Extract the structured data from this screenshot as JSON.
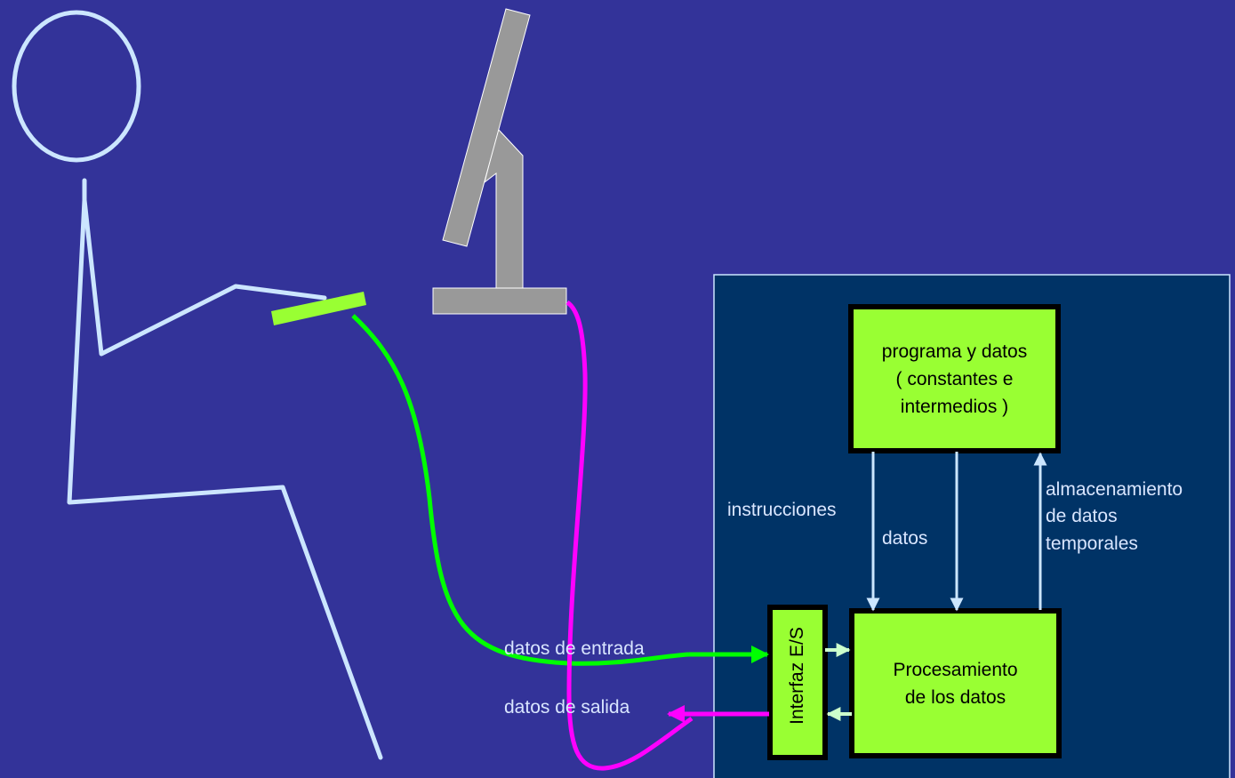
{
  "colors": {
    "background": "#333399",
    "panel": "#003366",
    "box_fill": "#99ff33",
    "figure_stroke": "#cce6ff",
    "input_wire": "#00ff00",
    "output_wire": "#ff00ff",
    "monitor": "#999999"
  },
  "boxes": {
    "program": {
      "line1": "programa y datos",
      "line2": "( constantes e",
      "line3": "intermedios )"
    },
    "processing": {
      "line1": "Procesamiento",
      "line2": "de los datos"
    },
    "io": {
      "label": "Interfaz E/S"
    }
  },
  "labels": {
    "instructions": "instrucciones",
    "data": "datos",
    "storage_line1": "almacenamiento",
    "storage_line2": "de datos",
    "storage_line3": "temporales",
    "input_data": "datos de entrada",
    "output_data": "datos de salida"
  }
}
